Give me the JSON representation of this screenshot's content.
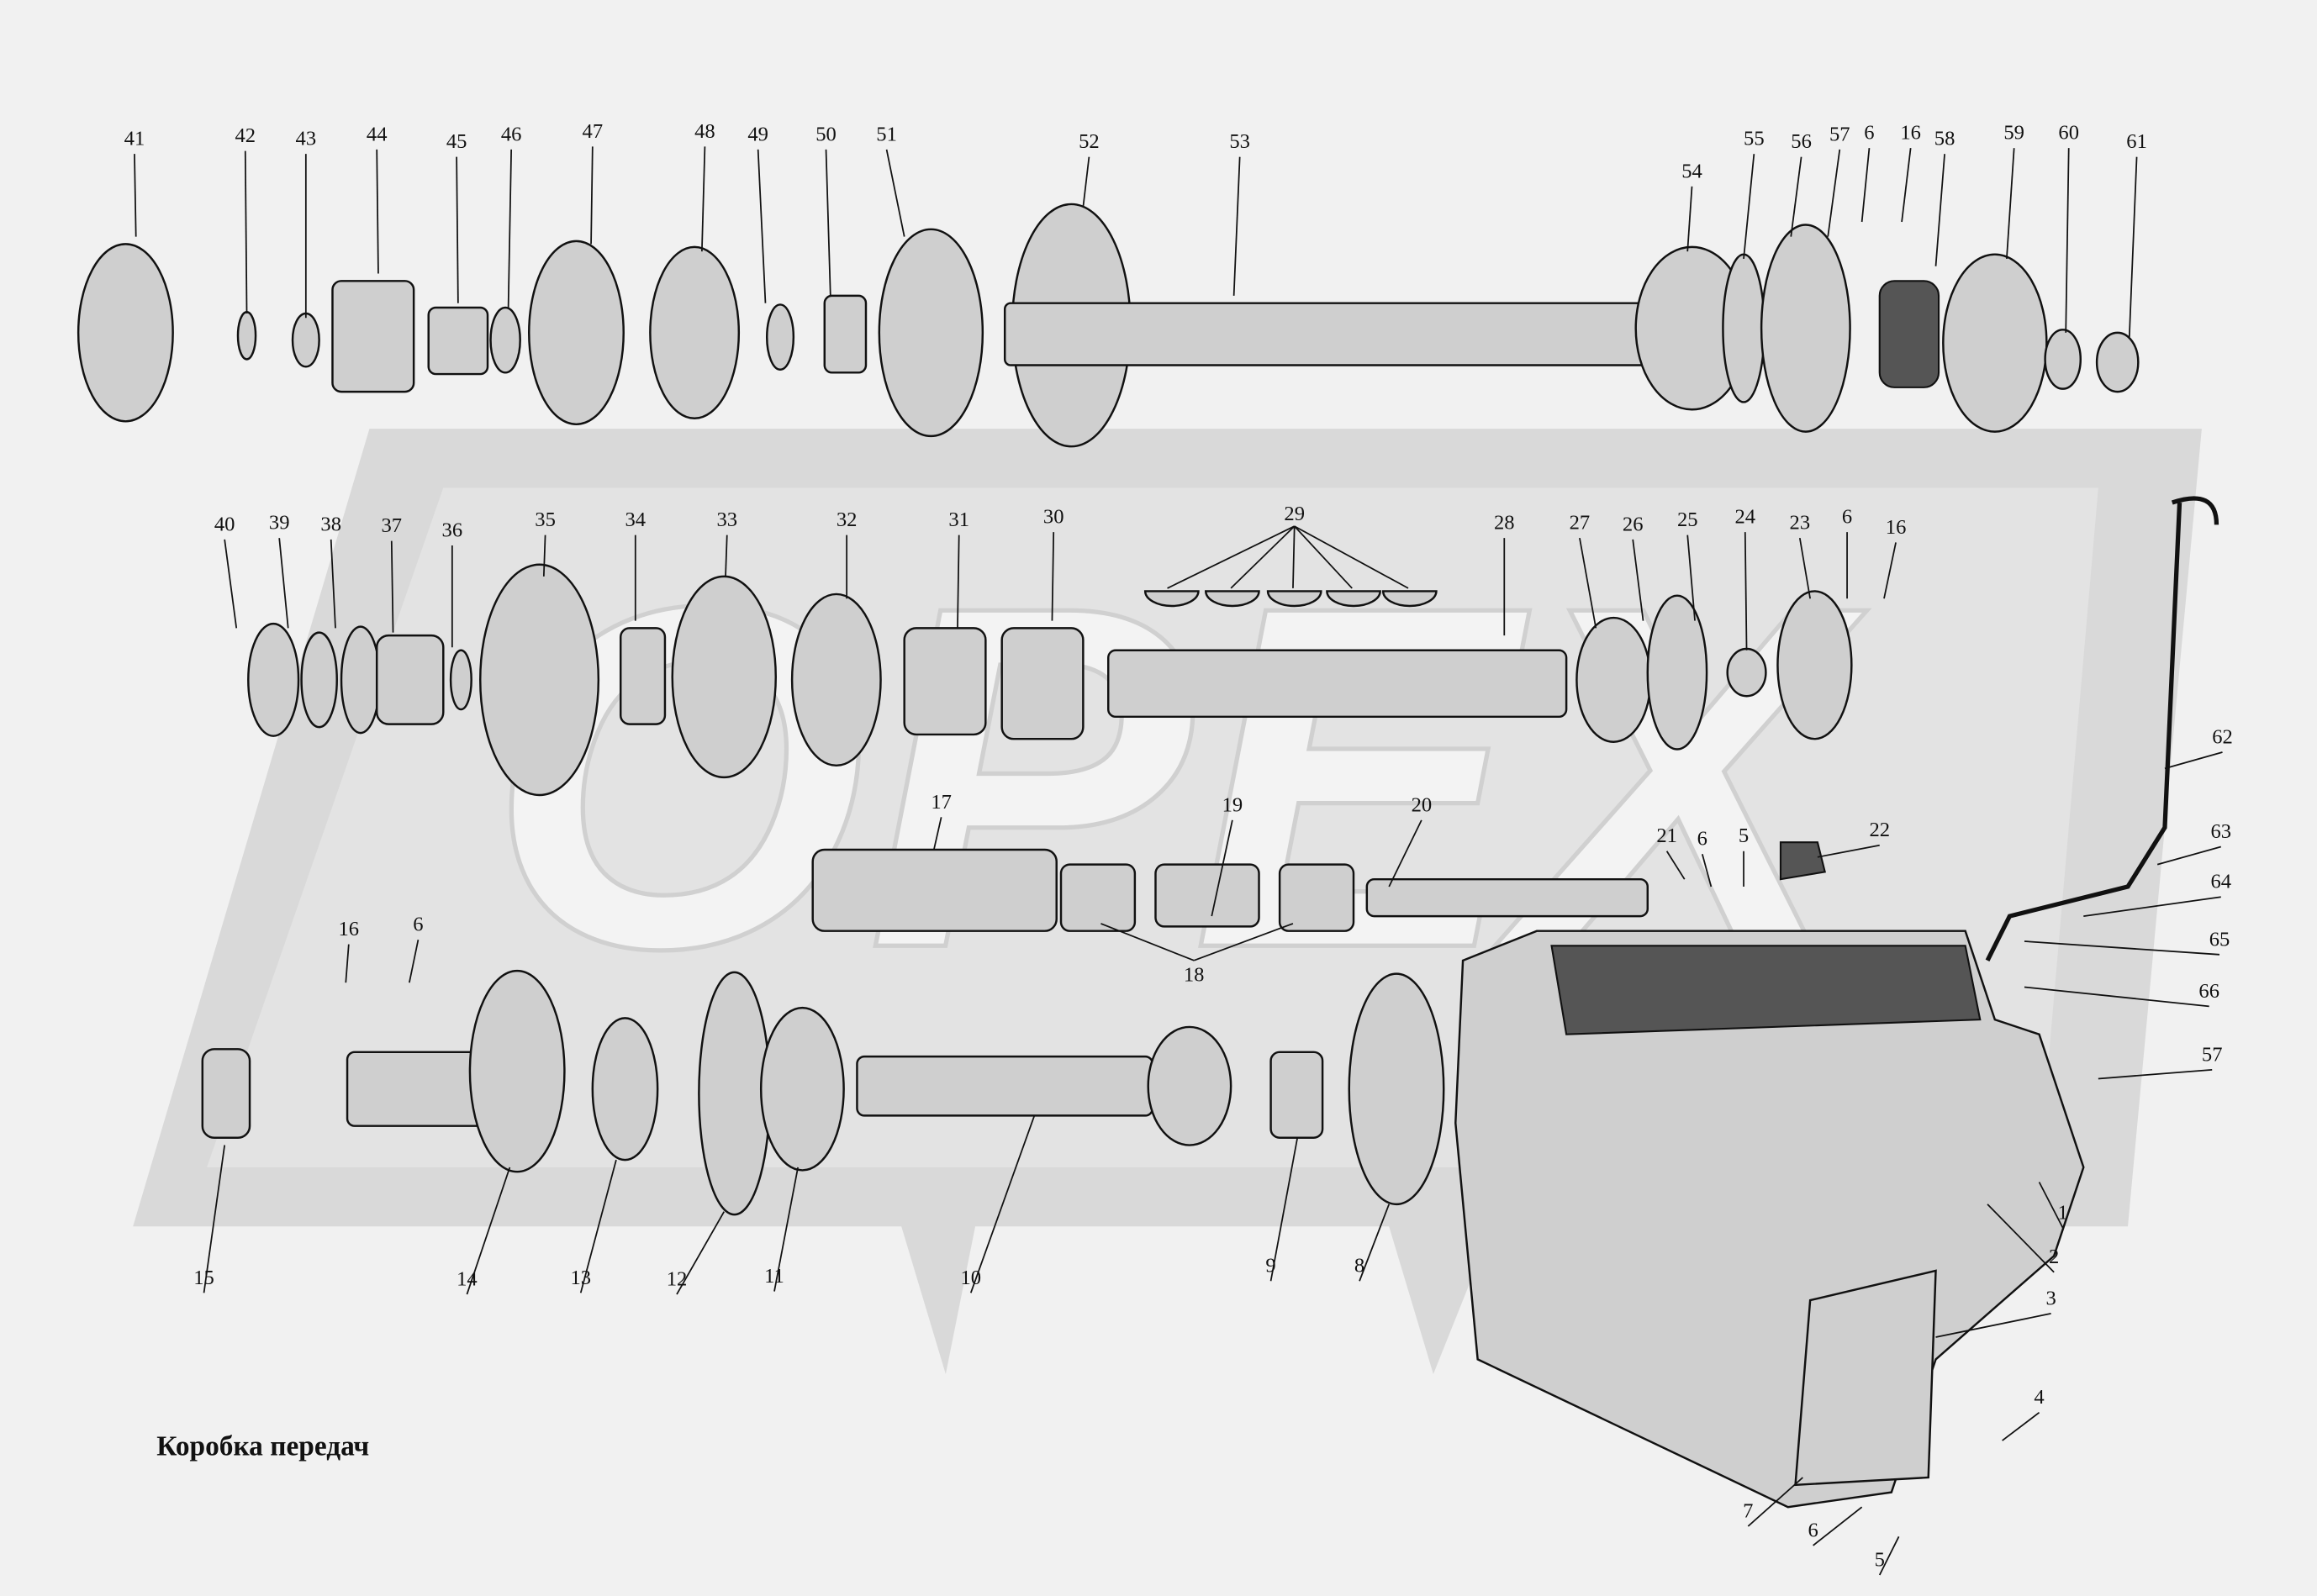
{
  "title": "Коробка передач",
  "callouts": [
    "41",
    "42",
    "43",
    "44",
    "45",
    "46",
    "47",
    "48",
    "49",
    "50",
    "51",
    "52",
    "53",
    "54",
    "55",
    "56",
    "57",
    "6",
    "16",
    "58",
    "59",
    "60",
    "61",
    "40",
    "39",
    "38",
    "37",
    "36",
    "35",
    "34",
    "33",
    "32",
    "31",
    "30",
    "29",
    "28",
    "27",
    "26",
    "25",
    "24",
    "23",
    "6",
    "16",
    "17",
    "19",
    "20",
    "21",
    "6",
    "5",
    "22",
    "18",
    "16",
    "6",
    "62",
    "63",
    "64",
    "65",
    "66",
    "57",
    "1",
    "2",
    "3",
    "4",
    "7",
    "6",
    "5",
    "15",
    "14",
    "13",
    "12",
    "11",
    "10",
    "9",
    "8"
  ]
}
